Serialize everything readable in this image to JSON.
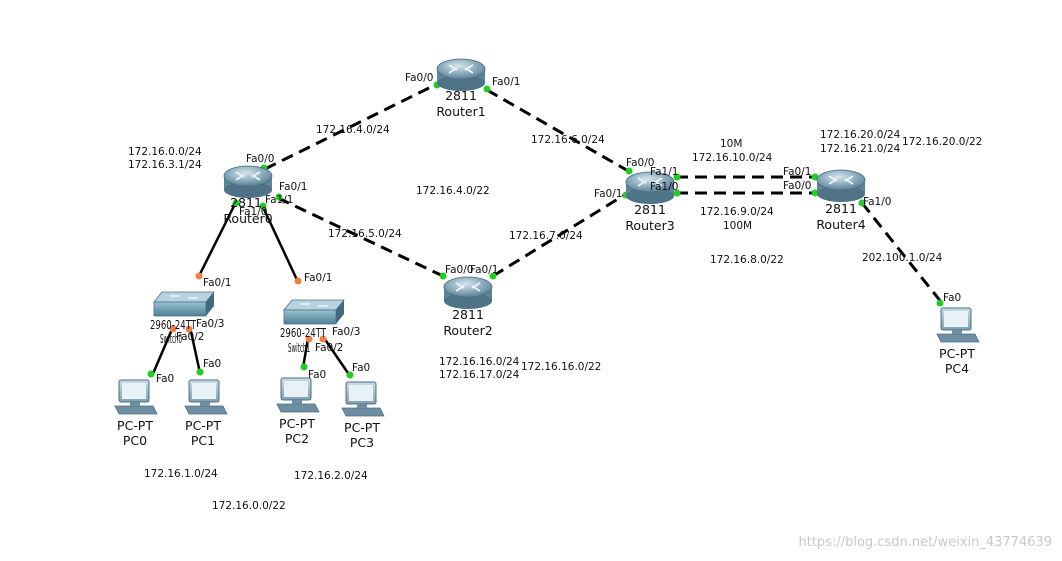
{
  "devices": {
    "router0": {
      "model": "2811",
      "name": "Router0"
    },
    "router1": {
      "model": "2811",
      "name": "Router1"
    },
    "router2": {
      "model": "2811",
      "name": "Router2"
    },
    "router3": {
      "model": "2811",
      "name": "Router3"
    },
    "router4": {
      "model": "2811",
      "name": "Router4"
    },
    "switch0": {
      "model": "2960-24TT",
      "name": "Switch0"
    },
    "switch1": {
      "model": "2960-24TT",
      "name": "Switch1"
    },
    "pc0": {
      "type": "PC-PT",
      "name": "PC0"
    },
    "pc1": {
      "type": "PC-PT",
      "name": "PC1"
    },
    "pc2": {
      "type": "PC-PT",
      "name": "PC2"
    },
    "pc3": {
      "type": "PC-PT",
      "name": "PC3"
    },
    "pc4": {
      "type": "PC-PT",
      "name": "PC4"
    }
  },
  "ports": {
    "r1_fa00": "Fa0/0",
    "r1_fa01": "Fa0/1",
    "r0_fa00": "Fa0/0",
    "r0_fa01": "Fa0/1",
    "r0_fa11": "Fa1/1",
    "r0_fa10": "Fa1/0",
    "r2_fa00": "Fa0/0",
    "r2_fa01": "Fa0/1",
    "r3_fa00": "Fa0/0",
    "r3_fa01": "Fa0/1",
    "r3_fa11": "Fa1/1",
    "r3_fa10": "Fa1/0",
    "r4_fa01": "Fa0/1",
    "r4_fa00": "Fa0/0",
    "r4_fa10": "Fa1/0",
    "sw0_up": "Fa0/1",
    "sw0_p2": "Fa0/2",
    "sw0_p3": "Fa0/3",
    "sw1_up": "Fa0/1",
    "sw1_p2": "Fa0/2",
    "sw1_p3": "Fa0/3",
    "pc0_fa0": "Fa0",
    "pc1_fa0": "Fa0",
    "pc2_fa0": "Fa0",
    "pc3_fa0": "Fa0",
    "pc4_fa0": "Fa0"
  },
  "networks": {
    "n_r0_r1": "172.16.4.0/24",
    "n_r1_r3": "172.16.6.0/24",
    "n_r0_r2": "172.16.5.0/24",
    "n_r2_r3": "172.16.7.0/24",
    "summary_core": "172.16.4.0/22",
    "r0_sub_a": "172.16.0.0/24",
    "r0_sub_b": "172.16.3.1/24",
    "lan_pc01": "172.16.1.0/24",
    "lan_pc23": "172.16.2.0/24",
    "summary_lan": "172.16.0.0/22",
    "r2_sub_a": "172.16.16.0/24",
    "r2_sub_b": "172.16.17.0/24",
    "r2_summary": "172.16.16.0/22",
    "link_top_speed": "10M",
    "link_top_net": "172.16.10.0/24",
    "link_bottom_net": "172.16.9.0/24",
    "link_bottom_speed": "100M",
    "summary_r3r4": "172.16.8.0/22",
    "r4_sub_a": "172.16.20.0/24",
    "r4_sub_b": "172.16.21.0/24",
    "r4_summary": "172.16.20.0/22",
    "n_r4_pc4": "202.100.1.0/24"
  },
  "watermark": "https://blog.csdn.net/weixin_43774639",
  "colors": {
    "link": "#000000",
    "port_up": "#22cc22",
    "port_switch": "#f08040",
    "router_body": "#7fa6b8",
    "switch_body": "#5f8fa3",
    "pc_body": "#8aa8b8"
  }
}
